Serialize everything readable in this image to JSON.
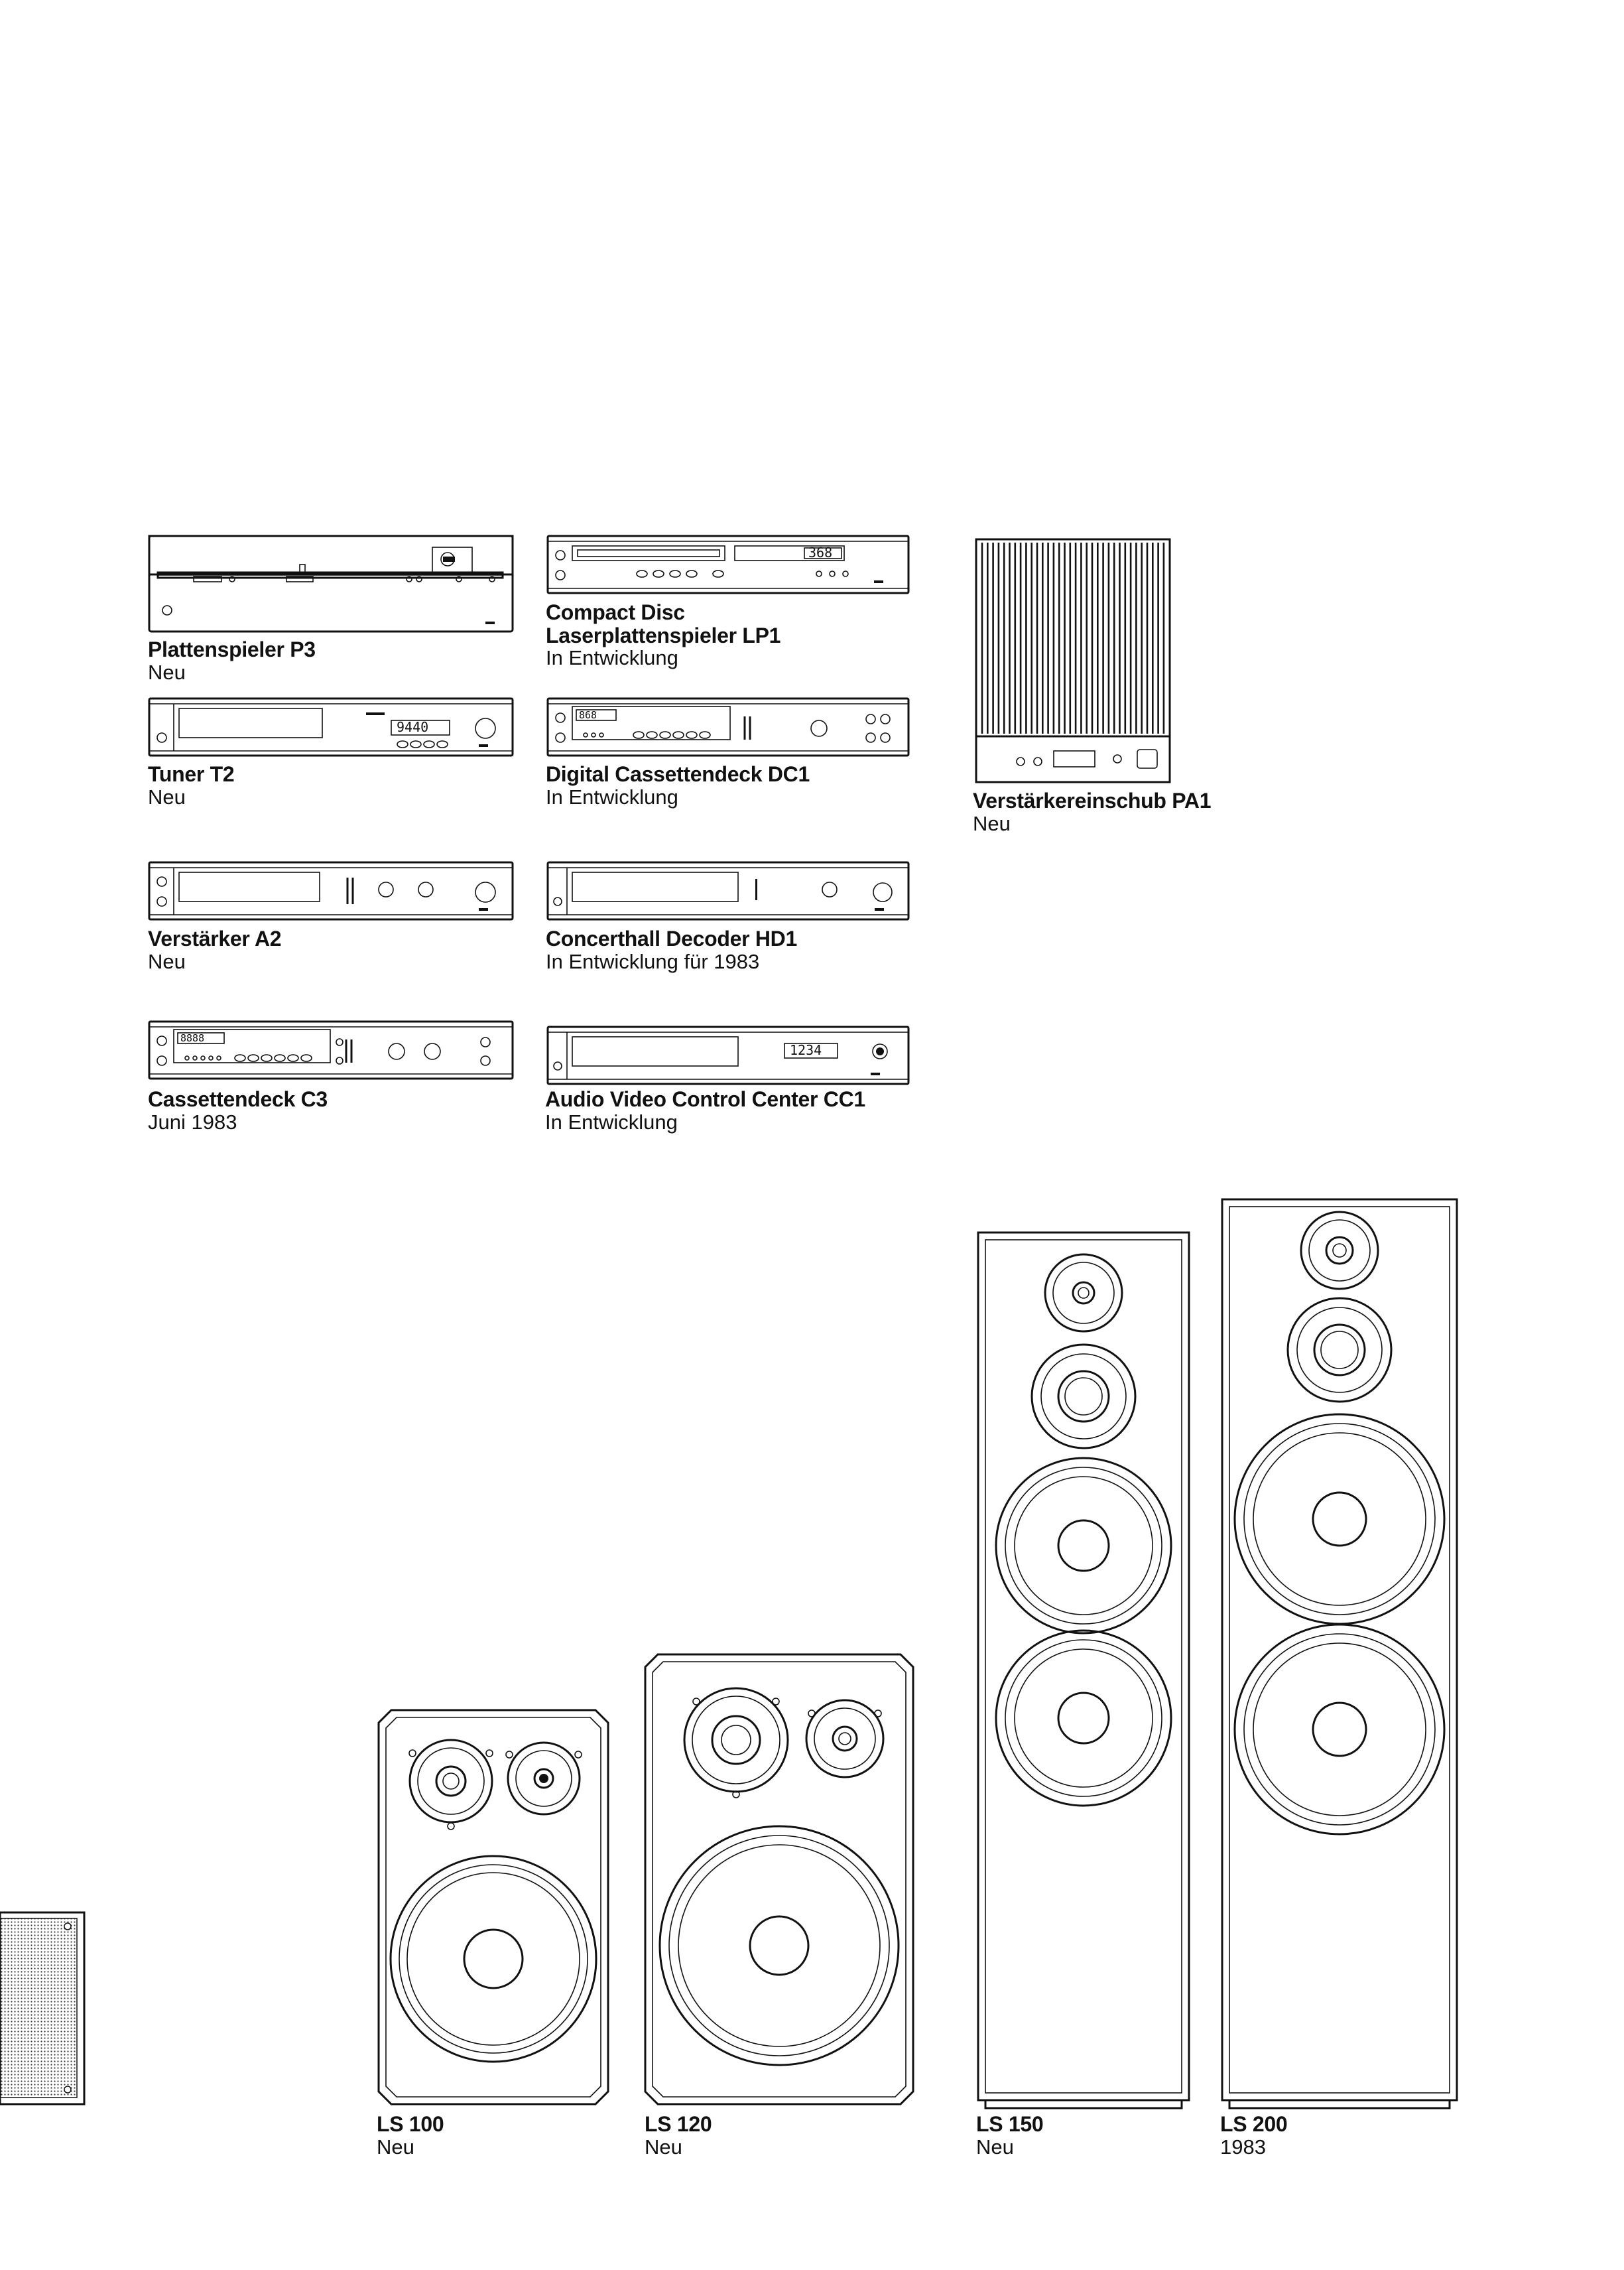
{
  "components": [
    {
      "id": "p3",
      "name": "Plattenspieler P3",
      "status": "Neu"
    },
    {
      "id": "lp1",
      "name_line1": "Compact Disc",
      "name_line2": "Laserplattenspieler LP1",
      "status": "In Entwicklung",
      "display": "368"
    },
    {
      "id": "pa1",
      "name": "Verstärkereinschub PA1",
      "status": "Neu"
    },
    {
      "id": "t2",
      "name": "Tuner T2",
      "status": "Neu",
      "display": "9440"
    },
    {
      "id": "dc1",
      "name": "Digital Cassettendeck DC1",
      "status": "In Entwicklung",
      "display": "868"
    },
    {
      "id": "a2",
      "name": "Verstärker A2",
      "status": "Neu"
    },
    {
      "id": "hd1",
      "name": "Concerthall Decoder HD1",
      "status": "In Entwicklung für 1983"
    },
    {
      "id": "c3",
      "name": "Cassettendeck C3",
      "status": "Juni 1983",
      "display": "8888"
    },
    {
      "id": "cc1",
      "name": "Audio Video Control Center CC1",
      "status": "In Entwicklung",
      "display": "1234"
    }
  ],
  "speakers": [
    {
      "id": "ls100",
      "name": "LS 100",
      "status": "Neu"
    },
    {
      "id": "ls120",
      "name": "LS 120",
      "status": "Neu"
    },
    {
      "id": "ls150",
      "name": "LS 150",
      "status": "Neu"
    },
    {
      "id": "ls200",
      "name": "LS 200",
      "status": "1983"
    }
  ]
}
